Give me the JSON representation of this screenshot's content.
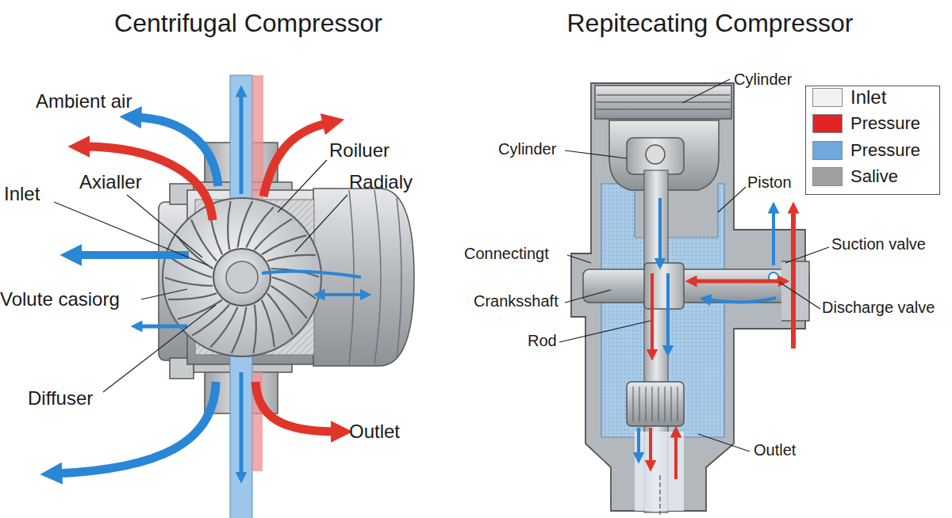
{
  "diagram": {
    "labels": [
      "Centrifugal Compressor",
      "Repitecating Compressor",
      "Ambient air",
      "Roiluer",
      "Axialler",
      "Radialy",
      "Inlet",
      "Volute casiorg",
      "Diffuser",
      "Outlet",
      "Cylinder",
      "Cylinder",
      "Piston",
      "Suction valve",
      "Connectingt",
      "Cranksshaft",
      "Discharge valve",
      "Rod",
      "Outlet"
    ],
    "legend": [
      {
        "text": "Inlet",
        "color": "#f2f2f2"
      },
      {
        "text": "Pressure",
        "color": "#e02424"
      },
      {
        "text": "Pressure",
        "color": "#6fa8dc"
      },
      {
        "text": "Salive",
        "color": "#a0a0a0"
      }
    ]
  }
}
